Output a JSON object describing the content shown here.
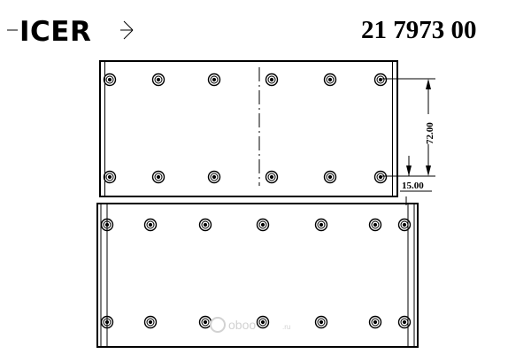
{
  "header": {
    "brand": "ICER",
    "part_number": "21 7973 00"
  },
  "dimensions": {
    "height": "72.00",
    "offset": "15.00"
  },
  "watermark": {
    "brand": "oboo",
    "suffix": ".ru"
  },
  "colors": {
    "line": "#000000",
    "watermark": "#d2d2d2",
    "background": "#ffffff"
  }
}
